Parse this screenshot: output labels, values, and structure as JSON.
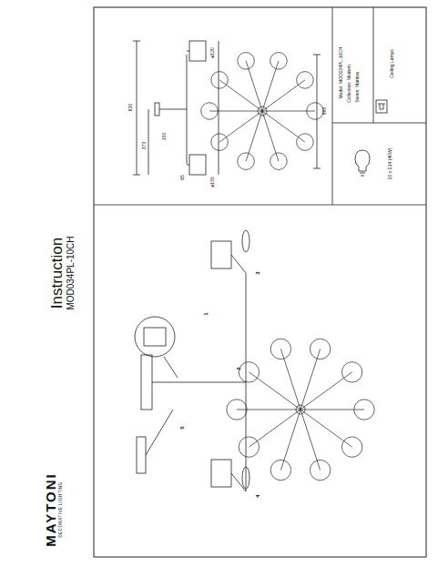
{
  "diagram": {
    "title": "Instruction",
    "labels": [
      "MAYTONI",
      "DECORATIVE LIGHTING",
      "MOD034PL-10CH",
      "Model: MOD034PL-10CH",
      "Collection: Modern",
      "Series: Martina",
      "Ceiling Lamps",
      "10 x E14 (40W)",
      "630",
      "373",
      "ø155",
      "150",
      "ø120",
      "65",
      "995",
      "1",
      "2",
      "3",
      "4",
      "5"
    ]
  }
}
